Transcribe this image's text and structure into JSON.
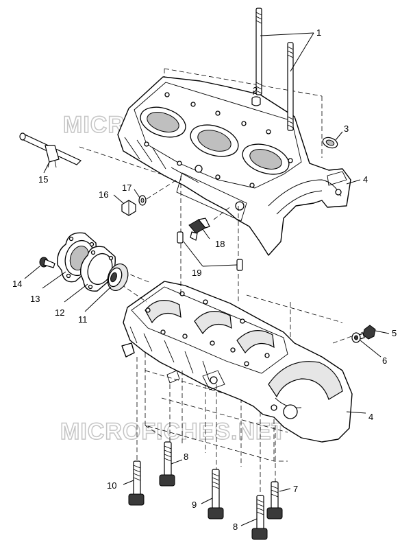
{
  "watermark": {
    "text": "MICROFICHES.NET"
  },
  "callouts": {
    "c1": "1",
    "c2": "2",
    "c3": "3",
    "c4a": "4",
    "c4b": "4",
    "c5": "5",
    "c6": "6",
    "c7": "7",
    "c8a": "8",
    "c8b": "8",
    "c9": "9",
    "c10": "10",
    "c11": "11",
    "c12": "12",
    "c13": "13",
    "c14": "14",
    "c15": "15",
    "c16": "16",
    "c17": "17",
    "c18": "18",
    "c19": "19"
  }
}
